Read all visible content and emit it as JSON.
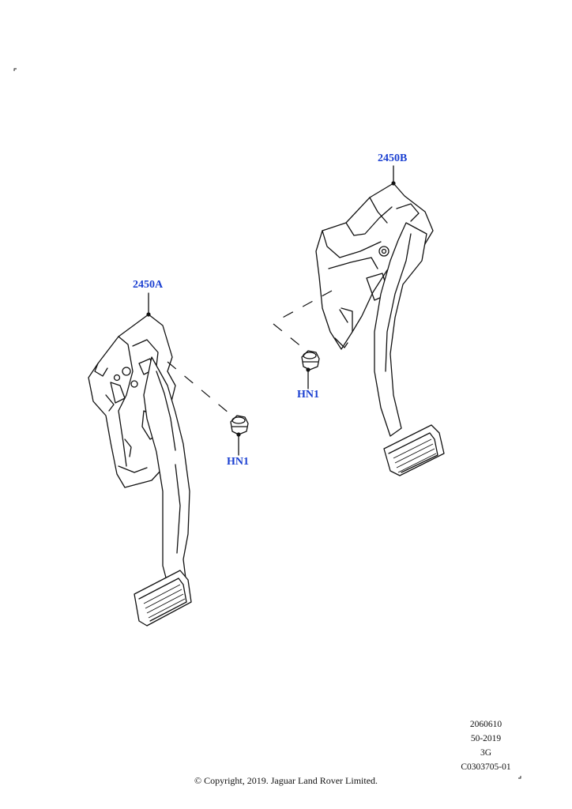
{
  "diagram": {
    "callouts": {
      "part_a": "2450A",
      "part_b": "2450B",
      "nut_left": "HN1",
      "nut_right": "HN1"
    },
    "reference": {
      "line1": "2060610",
      "line2": "50-2019",
      "line3": "3G",
      "line4": "C0303705-01"
    },
    "copyright": "© Copyright, 2019. Jaguar Land Rover Limited."
  }
}
